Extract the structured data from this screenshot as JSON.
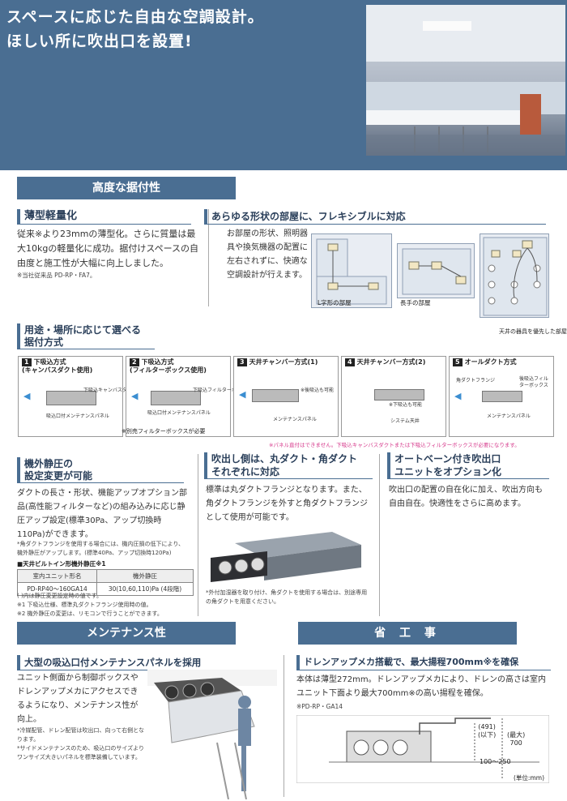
{
  "header": {
    "line1": "スペースに応じた自由な空調設計。",
    "line2": "ほしい所に吹出口を設置!"
  },
  "band_install": "高度な据付性",
  "thin": {
    "title": "薄型軽量化",
    "body": "従来※より23mmの薄型化。さらに質量は最大10kgの軽量化に成功。据付けスペースの自由度と施工性が大幅に向上しました。",
    "note": "※当社従来品 PD-RP・FA7。"
  },
  "flex": {
    "title": "あらゆる形状の部屋に、フレキシブルに対応",
    "body": "お部屋の形状、照明器具や換気機器の配置に左右されずに、快適な空調設計が行えます。",
    "rooms": [
      "L字形の部屋",
      "長手の部屋",
      "天井の器具を優先した部屋"
    ]
  },
  "method": {
    "title1": "用途・場所に応じて選べる",
    "title2": "据付方式",
    "items": [
      {
        "num": "1",
        "label": "下吸込方式",
        "sub": "(キャンバスダクト使用)"
      },
      {
        "num": "2",
        "label": "下吸込方式",
        "sub": "(フィルターボックス使用)"
      },
      {
        "num": "3",
        "label": "天井チャンバー方式(1)",
        "sub": ""
      },
      {
        "num": "4",
        "label": "天井チャンバー方式(2)",
        "sub": ""
      },
      {
        "num": "5",
        "label": "オールダクト方式",
        "sub": ""
      }
    ],
    "captions": {
      "panel": "吸込口付メンテナンスパネル",
      "canvas": "下吸込キャンバスダクト",
      "filter": "下吸込フィルターボックス",
      "rear": "※後吸込も可能",
      "bottom": "※下吸込も可能",
      "maint": "メンテナンスパネル",
      "ceiling": "システム天井",
      "flange": "角ダクトフランジ",
      "rearfilter": "後吸込フィルターボックス",
      "filter_note": "※別売フィルターボックスが必要"
    },
    "footnote": "※パネル直付はできません。下吸込キャンバスダクトまたは下吸込フィルターボックスが必要になります。"
  },
  "pressure": {
    "title1": "機外静圧の",
    "title2": "設定変更が可能",
    "body": "ダクトの長さ・形状、機能アップオプション部品(高性能フィルターなど)の組み込みに応じ静圧アップ設定(標準30Pa、アップ切換時110Pa)ができます。",
    "note1": "*角ダクトフランジを使用する場合には、機内圧損の低下により、機外静圧がアップします。(標準40Pa、アップ切換時120Pa)",
    "table_title": "■天井ビルトイン形機外静圧※1",
    "table_head": [
      "室内ユニット形名",
      "機外静圧"
    ],
    "table_row": [
      "PD-RP40〜160GA14",
      "30(10,60,110)Pa (4段階)"
    ],
    "notes": [
      "( )内は静圧変更設定時の値です。",
      "※1 下吸込仕様、標準丸ダクトフランジ使用時の値。",
      "※2 機外静圧の変更は、リモコンで行うことができます。"
    ]
  },
  "outlet": {
    "title1": "吹出し側は、丸ダクト・角ダクト",
    "title2": "それぞれに対応",
    "body": "標準は丸ダクトフランジとなります。また、角ダクトフランジを外すと角ダクトフランジとして使用が可能です。",
    "note": "*外付加湿器を取り付け、角ダクトを使用する場合は、別途専用の角ダクトを用意ください。"
  },
  "vane": {
    "title1": "オートベーン付き吹出口",
    "title2": "ユニットをオプション化",
    "body": "吹出口の配置の自在化に加え、吹出方向も自由自在。快適性をさらに高めます。"
  },
  "band_maint": "メンテナンス性",
  "band_energy": "省 工 事",
  "maint": {
    "title": "大型の吸込口付メンテナンスパネルを採用",
    "body": "ユニット側面から制御ボックスやドレンアップメカにアクセスできるようになり、メンテナンス性が向上。",
    "notes": [
      "*冷媒配管、ドレン配管は吹出口、向って右側となります。",
      "*サイドメンテナンスのため、吸込口のサイズよりワンサイズ大きいパネルを標準装備しています。"
    ]
  },
  "drain": {
    "title": "ドレンアップメカ搭載で、最大揚程700mm※を確保",
    "body": "本体は薄型272mm。ドレンアップメカにより、ドレンの高さは室内ユニット下面より最大700mm※の高い揚程を確保。",
    "note": "※PD-RP・GA14",
    "dim1": "(491)",
    "dim1b": "(以下)",
    "dim2": "(最大)",
    "dim2b": "700",
    "dim3": "100〜250",
    "unit": "(単位:mm)"
  }
}
